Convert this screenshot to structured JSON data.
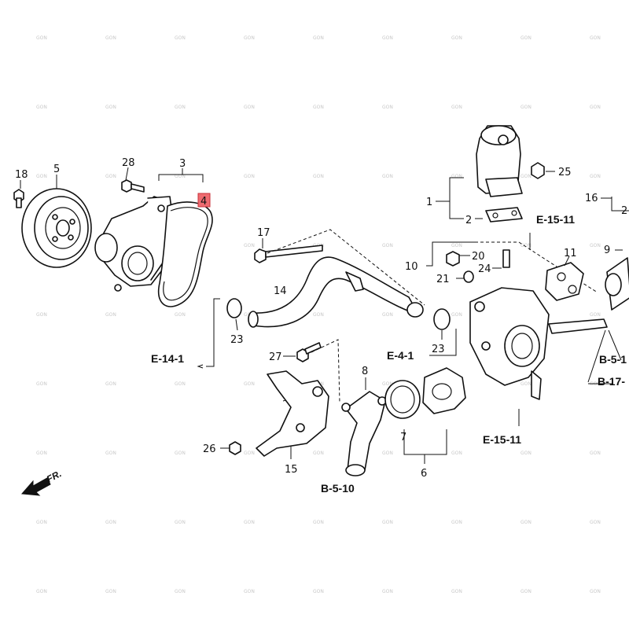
{
  "watermark": "GON",
  "highlight_color": "#ee6b70",
  "callouts": {
    "c1": "1",
    "c2": "2",
    "c3": "3",
    "c4": "4",
    "c5": "5",
    "c6": "6",
    "c7": "7",
    "c8": "8",
    "c9": "9",
    "c10": "10",
    "c11": "11",
    "c14": "14",
    "c15": "15",
    "c16": "16",
    "c17": "17",
    "c18": "18",
    "c20": "20",
    "c21": "21",
    "c23a": "23",
    "c23b": "23",
    "c24": "24",
    "c25": "25",
    "c26": "26",
    "c27": "27",
    "c28": "28"
  },
  "refs": {
    "e15_11_top": "E-15-11",
    "e14_1": "E-14-1",
    "e4_1": "E-4-1",
    "e15_11_bottom": "E-15-11",
    "b5_10": "B-5-10",
    "b5_right": "B-5-1",
    "b17_right": "B-17-",
    "fr": "FR."
  }
}
